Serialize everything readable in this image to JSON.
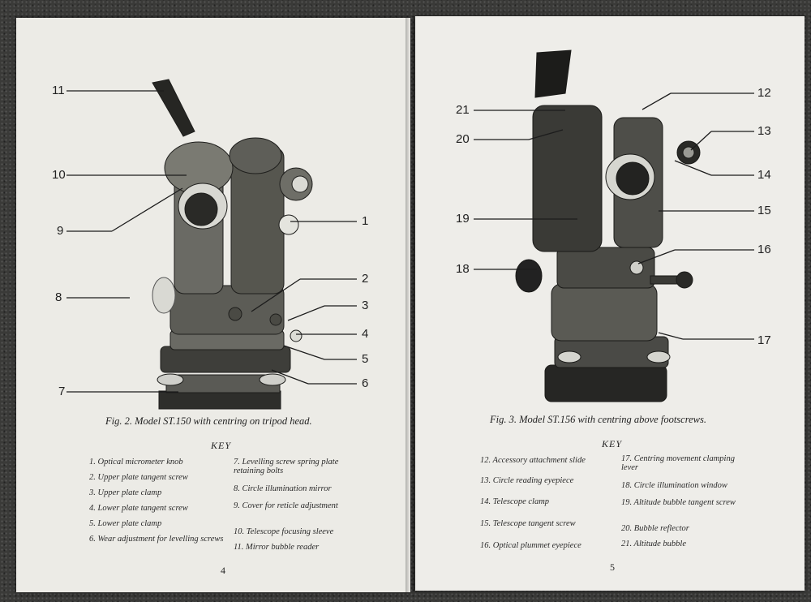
{
  "left_page": {
    "caption": "Fig. 2.   Model ST.150 with centring on tripod head.",
    "key_heading": "KEY",
    "page_number": "4",
    "callouts": [
      "11",
      "10",
      "9",
      "8",
      "7",
      "1",
      "2",
      "3",
      "4",
      "5",
      "6"
    ],
    "key_items": [
      "1.  Optical micrometer knob",
      "2.  Upper plate tangent screw",
      "3.  Upper plate clamp",
      "4.  Lower plate tangent screw",
      "5.  Lower plate clamp",
      "6.  Wear adjustment for levelling screws",
      "7.  Levelling screw spring plate retaining bolts",
      "8.  Circle illumination mirror",
      "9.  Cover for reticle adjustment",
      "10.  Telescope focusing sleeve",
      "11.  Mirror bubble reader"
    ]
  },
  "right_page": {
    "caption": "Fig. 3.   Model ST.156 with centring above footscrews.",
    "key_heading": "KEY",
    "page_number": "5",
    "callouts": [
      "21",
      "20",
      "19",
      "18",
      "12",
      "13",
      "14",
      "15",
      "16",
      "17"
    ],
    "key_items": [
      "12.  Accessory attachment slide",
      "13.  Circle reading eyepiece",
      "14.  Telescope clamp",
      "15.  Telescope tangent screw",
      "16.  Optical plummet eyepiece",
      "17.  Centring movement clamping lever",
      "18.  Circle illumination window",
      "19.  Altitude bubble tangent screw",
      "20.  Bubble reflector",
      "21.  Altitude bubble"
    ]
  }
}
